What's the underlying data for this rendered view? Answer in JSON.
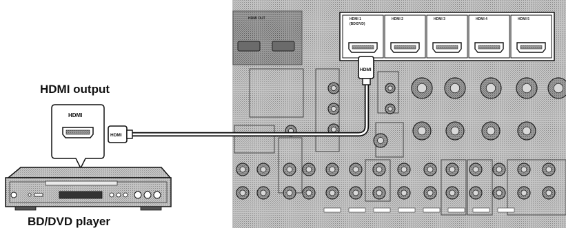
{
  "labels": {
    "hdmi_output": "HDMI output",
    "player": "BD/DVD player",
    "callout_port": "HDMI",
    "cable_plug_left": "HDMI",
    "cable_plug_top": "HDMI"
  },
  "receiver_inputs": [
    {
      "name": "HDMI 1",
      "sub": "(BD/DVD)"
    },
    {
      "name": "HDMI 2",
      "sub": ""
    },
    {
      "name": "HDMI 3",
      "sub": ""
    },
    {
      "name": "HDMI 4",
      "sub": ""
    },
    {
      "name": "HDMI 5",
      "sub": ""
    }
  ],
  "receiver_output_label": "HDMI OUT",
  "colors": {
    "panel": "#b9b9b9",
    "panel_dark": "#8f8f8f",
    "line": "#111111",
    "white": "#ffffff"
  }
}
